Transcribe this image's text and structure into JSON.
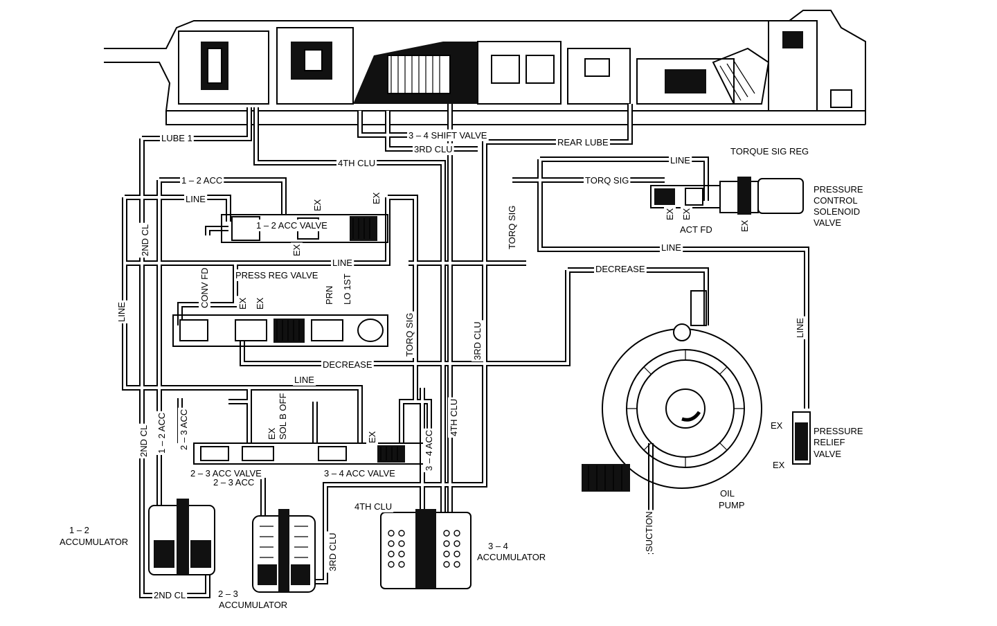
{
  "labels": {
    "lube1": "LUBE 1",
    "shift34": "3 – 4 SHIFT VALVE",
    "rearLube": "REAR LUBE",
    "clu3rdTop": "3RD CLU",
    "clu4thTop": "4TH CLU",
    "acc12Top": "1 – 2 ACC",
    "lineTop1": "LINE",
    "acc12Valve": "1 – 2 ACC VALVE",
    "ex": "EX",
    "secondClLeft": "2ND CL",
    "torqSigVert": "TORQ SIG",
    "lineUpper": "LINE",
    "torqSigH": "TORQ SIG",
    "torqueSigReg": "TORQUE SIG REG",
    "lineTopRight": "LINE",
    "pcsValve1": "PRESSURE",
    "pcsValve2": "CONTROL",
    "pcsValve3": "SOLENOID",
    "pcsValve4": "VALVE",
    "actFd": "ACT FD",
    "lineMid": "LINE",
    "lineRightH": "LINE",
    "decreaseTop": "DECREASE",
    "lineLeftVert": "LINE",
    "convFd": "CONV FD",
    "pressRegValve": "PRESS REG VALVE",
    "prn": "PRN",
    "lo1st": "LO 1ST",
    "torqSigVert2": "TORQ SIG",
    "clu3rdVert": "3RD CLU",
    "lineRightVert": "LINE",
    "decreaseBottom": "DECREASE",
    "lineLower": "LINE",
    "acc23Vert": "2 – 3 ACC",
    "solBOff": "SOL B OFF",
    "acc34Vert": "3 – 4 ACC",
    "clu4thVert": "4TH CLU",
    "secondClVert": "2ND CL",
    "acc12Vert": "1 – 2 ACC",
    "acc23Valve": "2 – 3 ACC VALVE",
    "acc34Valve": "3 – 4 ACC VALVE",
    "acc23Bottom": "2 – 3 ACC",
    "clu4thBottom": "4TH CLU",
    "clu3rdBottomVert": "3RD CLU",
    "prv1": "PRESSURE",
    "prv2": "RELIEF",
    "prv3": "VALVE",
    "oilPump1": "OIL",
    "oilPump2": "PUMP",
    "suction": "SUCTION",
    "acc12_1": "1 – 2",
    "acc12_2": "ACCUMULATOR",
    "acc23_1": "2 – 3",
    "acc23_2": "ACCUMULATOR",
    "acc34_1": "3 – 4",
    "acc34_2": "ACCUMULATOR",
    "secondClBottom": "2ND CL"
  }
}
